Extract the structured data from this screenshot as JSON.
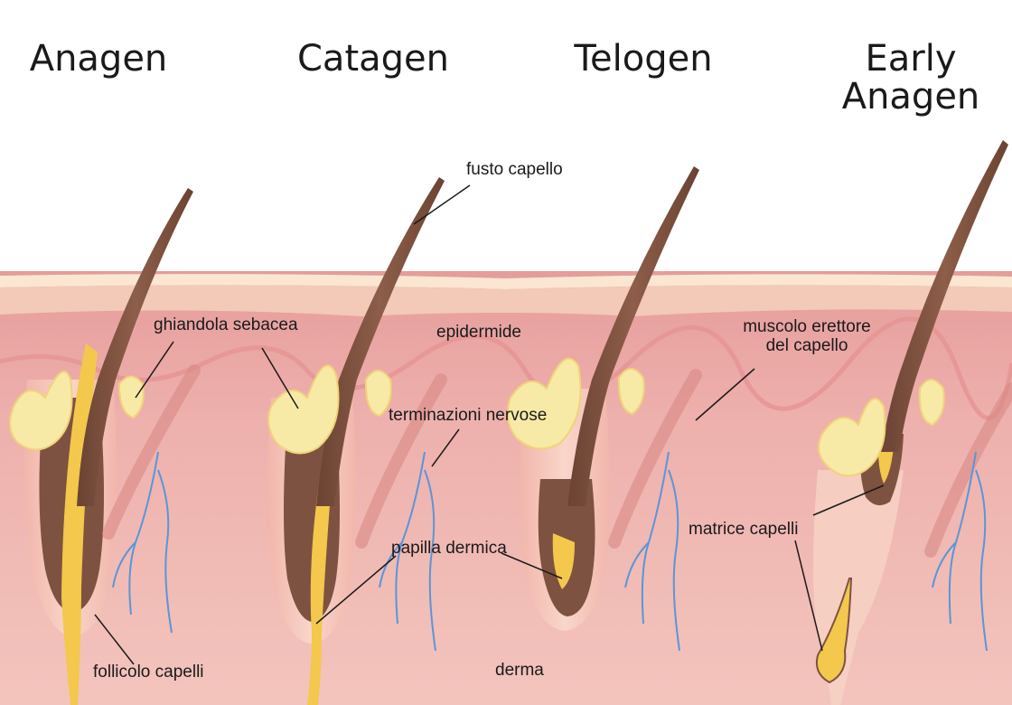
{
  "phases": [
    {
      "title": "Anagen"
    },
    {
      "title": "Catagen"
    },
    {
      "title": "Telogen"
    },
    {
      "title": "Early Anagen",
      "title_line1": "Early",
      "title_line2": "Anagen"
    }
  ],
  "labels": {
    "fusto_capello": "fusto capello",
    "ghiandola_sebacea": "ghiandola sebacea",
    "epidermide": "epidermide",
    "muscolo_line1": "muscolo erettore",
    "muscolo_line2": "del capello",
    "terminazioni_nervose": "terminazioni nervose",
    "papilla_dermica": "papilla dermica",
    "matrice_capelli": "matrice capelli",
    "follicolo_capelli": "follicolo capelli",
    "derma": "derma"
  },
  "colors": {
    "background": "#ffffff",
    "epidermis_surface": "#f8dcc4",
    "dermis": "#eaa5a3",
    "dermis_deep": "#f0bdb8",
    "hair_shaft": "#7e5240",
    "gland": "#f7eaa6",
    "papilla": "#f3c84c",
    "nerve": "#5b95d8",
    "text": "#1a1a1a"
  }
}
